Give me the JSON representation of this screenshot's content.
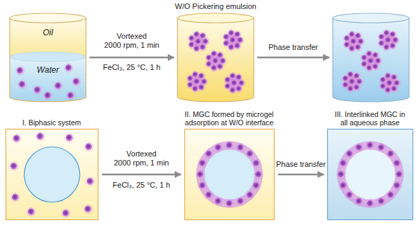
{
  "diagram": {
    "title": "W/O Pickering emulsion",
    "nodes": [
      {
        "text": [
          "Oil",
          "Water"
        ]
      },
      {
        "text": []
      },
      {
        "text": []
      },
      {
        "text": [
          "I. Biphasic system"
        ]
      },
      {
        "text": [
          "II. MGC formed by microgel adsorption at W/O interface"
        ]
      },
      {
        "text": [
          "III. Interlinked MGC in all aqueous phase"
        ]
      }
    ],
    "edges": [
      {
        "from": 0,
        "to": 1,
        "arrow": "to"
      },
      {
        "from": 1,
        "to": 2,
        "label": "Phase transfer",
        "arrow": "to"
      },
      {
        "from": 3,
        "to": 4,
        "arrow": "to"
      },
      {
        "from": 4,
        "to": 5,
        "label": "Phase transfer",
        "arrow": "to"
      }
    ],
    "labels": [
      "Vortexed",
      "2000 rpm, 1 min",
      "FeCl₃, 25 °C, 1 h",
      "Vortexed",
      "2000 rpm, 1 min",
      "FeCl₃, 25 °C, 1 h"
    ]
  }
}
